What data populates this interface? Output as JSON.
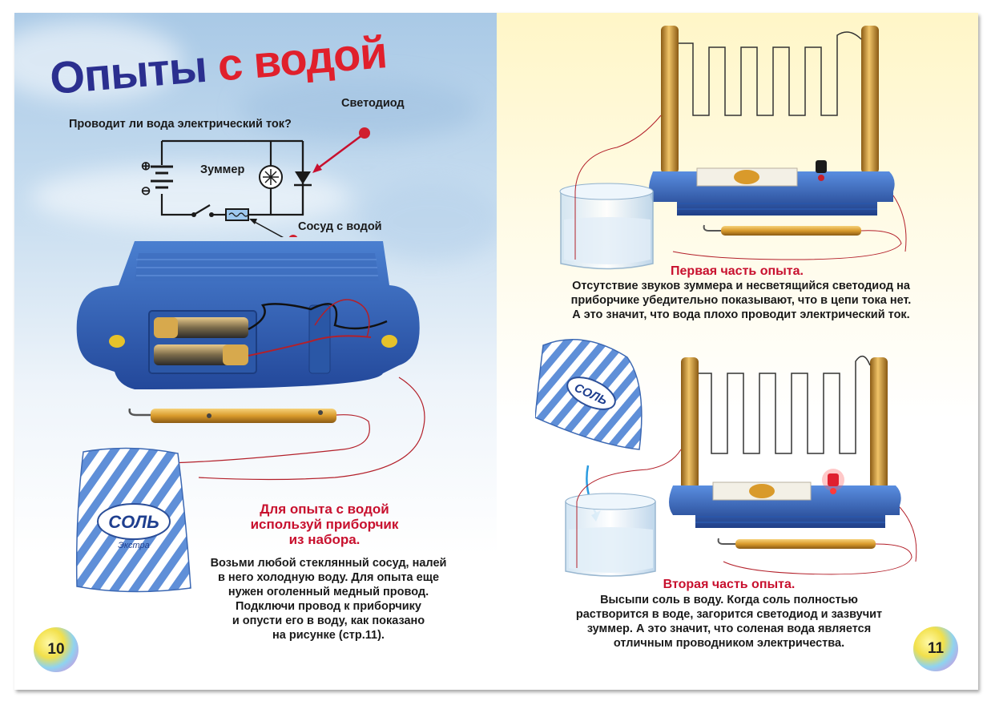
{
  "left_page": {
    "title_part1": "Опыты",
    "title_part2": "с водой",
    "question": "Проводит ли вода электрический ток?",
    "diagram": {
      "label_led": "Светодиод",
      "label_buzzer": "Зуммер",
      "label_vessel": "Сосуд с водой",
      "plus_sign": "⊕",
      "minus_sign": "⊖"
    },
    "salt_bag": {
      "brand": "СОЛЬ",
      "sub": "Экстра"
    },
    "heading": [
      "Для опыта с водой",
      "используй приборчик",
      "из набора."
    ],
    "body": [
      "Возьми любой стеклянный сосуд, налей",
      "в него холодную воду. Для опыта еще",
      "нужен оголенный медный провод.",
      "Подключи провод к приборчику",
      "и опусти его в воду, как показано",
      "на рисунке (стр.11)."
    ],
    "page_number": "10"
  },
  "right_page": {
    "part1_heading": "Первая часть опыта.",
    "part1_body": [
      "Отсутствие звуков зуммера и несветящийся светодиод на",
      "приборчике убедительно показывают, что в цепи тока нет.",
      "А это значит, что вода плохо проводит электрический ток."
    ],
    "salt_bag": {
      "brand": "СОЛЬ"
    },
    "part2_heading": "Вторая часть опыта.",
    "part2_body": [
      "Высыпи соль в воду. Когда соль полностью",
      "растворится в воде, загорится светодиод и зазвучит",
      "зуммер. А это значит, что соленая вода является",
      "отличным проводником электричества."
    ],
    "page_number": "11"
  },
  "colors": {
    "title_blue": "#2b2f8f",
    "title_red": "#e0202c",
    "heading_red": "#c8102e",
    "device_blue": "#2f5fb3",
    "rod_gold": "#d99a2b"
  }
}
